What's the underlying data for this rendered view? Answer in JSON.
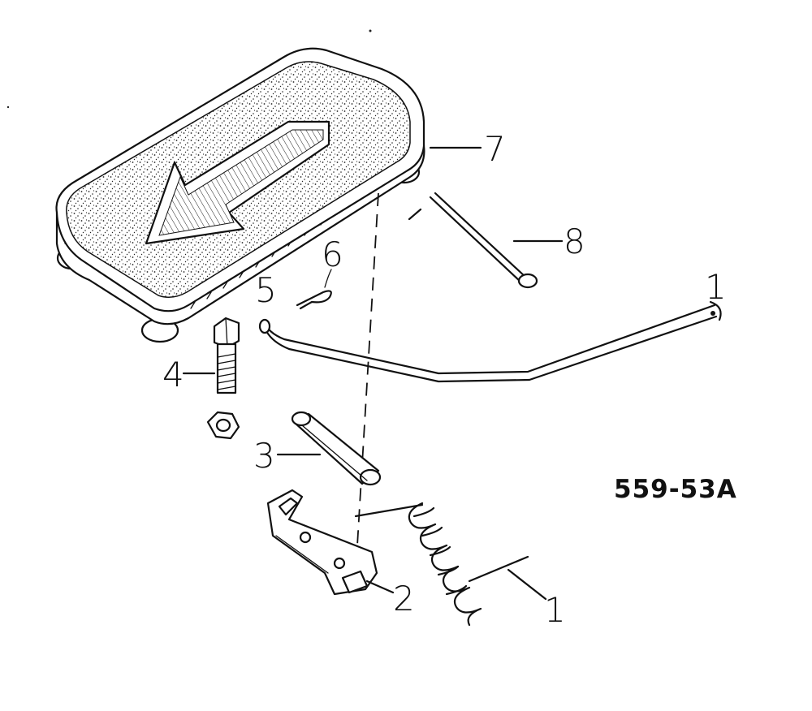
{
  "diagram": {
    "figure_id": "559-53A",
    "callouts": [
      {
        "id": "callout-1-spring",
        "text": "1"
      },
      {
        "id": "callout-1-rod",
        "text": "1"
      },
      {
        "id": "callout-2",
        "text": "2"
      },
      {
        "id": "callout-3",
        "text": "3"
      },
      {
        "id": "callout-4",
        "text": "4"
      },
      {
        "id": "callout-5",
        "text": "5"
      },
      {
        "id": "callout-6",
        "text": "6"
      },
      {
        "id": "callout-7",
        "text": "7"
      },
      {
        "id": "callout-8",
        "text": "8"
      }
    ],
    "parts": [
      {
        "id": "pedal-pad",
        "callout": "7"
      },
      {
        "id": "clevis-pin",
        "callout": "8"
      },
      {
        "id": "cotter-pin",
        "callout": "6"
      },
      {
        "id": "rod",
        "callout": "5"
      },
      {
        "id": "bolt",
        "callout": "4"
      },
      {
        "id": "nut",
        "callout": "4"
      },
      {
        "id": "pivot-pin",
        "callout": "3"
      },
      {
        "id": "bracket",
        "callout": "2"
      },
      {
        "id": "return-spring",
        "callout": "1"
      }
    ]
  }
}
